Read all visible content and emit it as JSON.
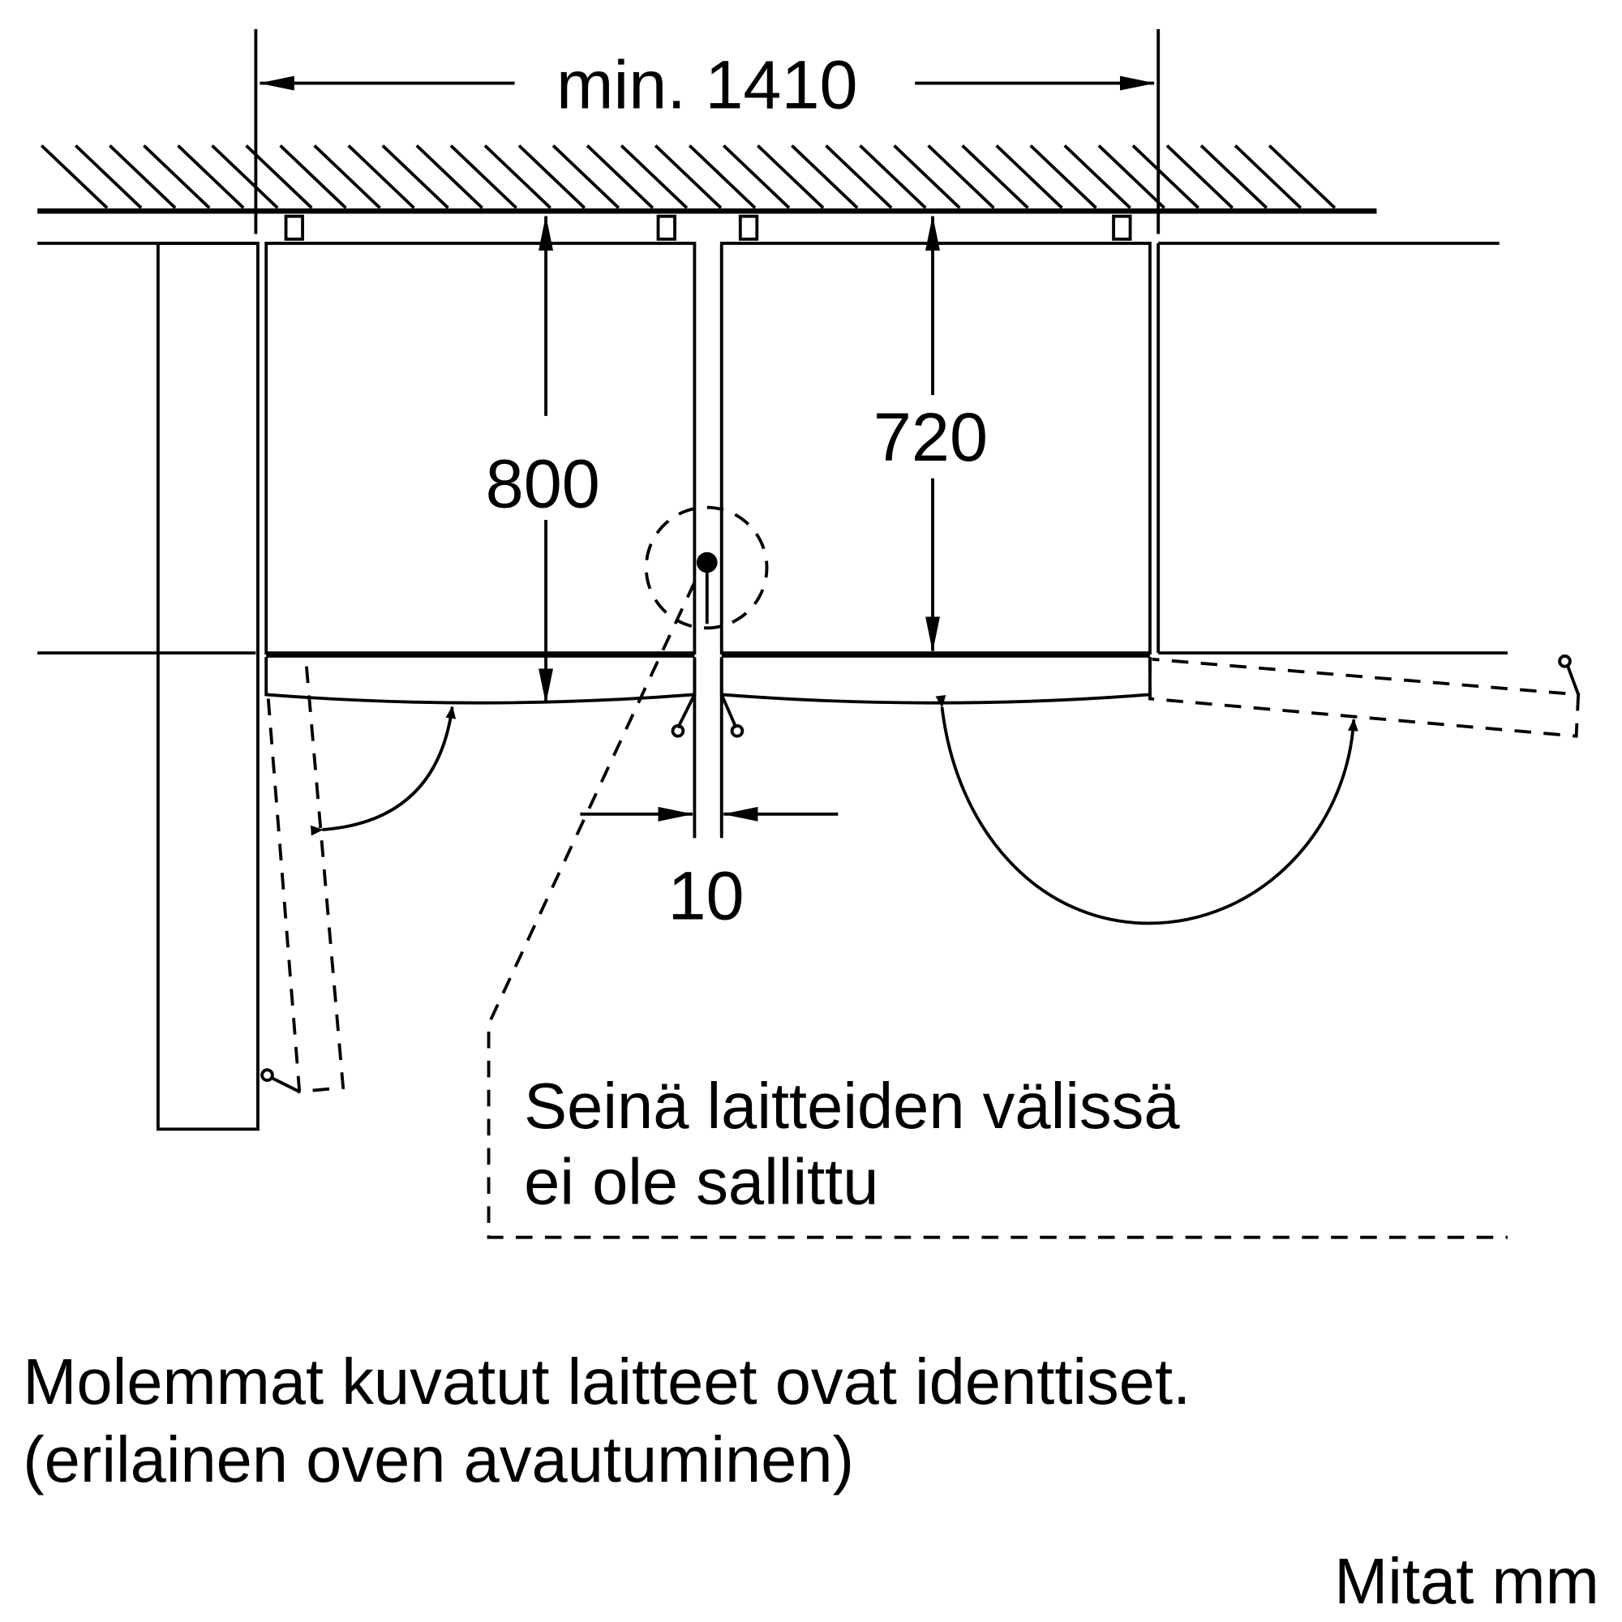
{
  "dimensions": {
    "min_width": "min. 1410",
    "depth_left": "800",
    "depth_right": "720",
    "gap": "10"
  },
  "notes": {
    "wall_line1": "Seinä laitteiden välissä",
    "wall_line2": "ei ole sallittu",
    "identical_line1": "Molemmat kuvatut laitteet ovat identtiset.",
    "identical_line2": "(erilainen oven avautuminen)",
    "units": "Mitat mm"
  }
}
